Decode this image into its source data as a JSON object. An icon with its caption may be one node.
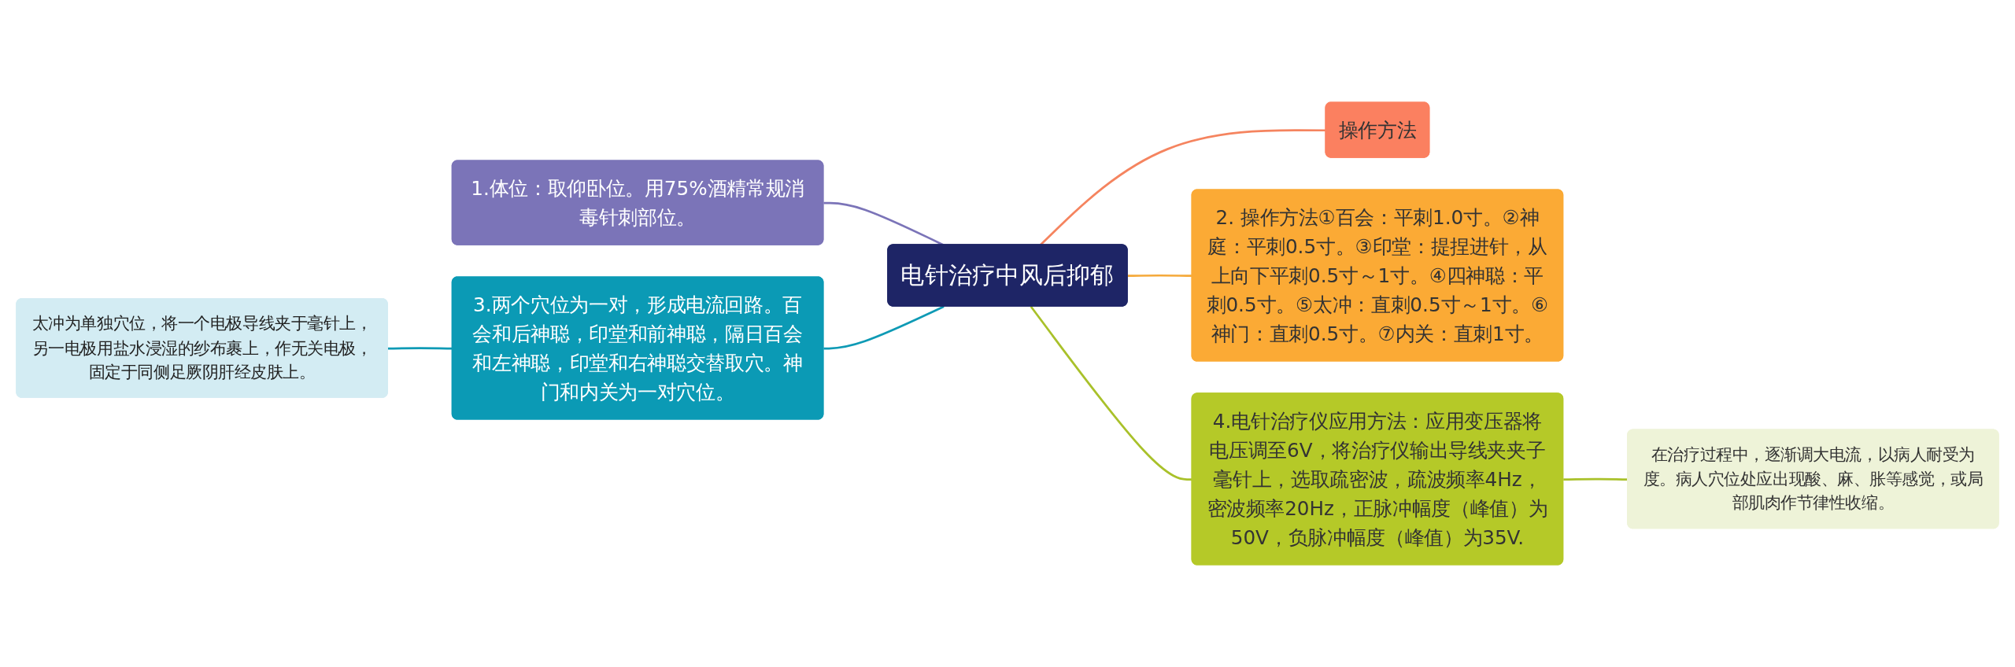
{
  "diagram": {
    "nodes": [
      {
        "text": [
          "电针治疗中风后抑郁"
        ]
      },
      {
        "text": [
          "1.体位：取仰卧位。用75%酒精常规消毒针刺部位。"
        ]
      },
      {
        "text": [
          "3.两个穴位为一对，形成电流回路。百会和后神聪，印堂和前神聪，隔日百会和左神聪，印堂和右神聪交替取穴。神门和内关为一对穴位。"
        ]
      },
      {
        "text": [
          "太冲为单独穴位，将一个电极导线夹于毫针上，另一电极用盐水浸湿的纱布裹上，作无关电极，固定于同侧足厥阴肝经皮肤上。"
        ]
      },
      {
        "text": [
          "操作方法"
        ]
      },
      {
        "text": [
          "2. 操作方法①百会：平刺1.0寸。②神庭：平刺0.5寸。③印堂：提捏进针，从上向下平刺0.5寸～1寸。④四神聪：平刺0.5寸。⑤太冲：直刺0.5寸～1寸。⑥神门：直刺0.5寸。⑦内关：直刺1寸。"
        ]
      },
      {
        "text": [
          "4.电针治疗仪应用方法：应用变压器将电压调至6V，将治疗仪输出导线夹夹子毫针上，选取疏密波，疏波频率4Hz，密波频率20Hz，正脉冲幅度（峰值）为50V，负脉冲幅度（峰值）为35V."
        ]
      },
      {
        "text": [
          "在治疗过程中，逐渐调大电流，以病人耐受为度。病人穴位处应出现酸、麻、胀等感觉，或局部肌肉作节律性收缩。"
        ]
      }
    ],
    "edges": [
      {
        "from": 0,
        "to": 1,
        "arrow": "none",
        "color": "#7b74b8"
      },
      {
        "from": 0,
        "to": 2,
        "arrow": "none",
        "color": "#0e9ab5"
      },
      {
        "from": 2,
        "to": 3,
        "arrow": "none",
        "color": "#0e9ab5"
      },
      {
        "from": 0,
        "to": 4,
        "arrow": "none",
        "color": "#f5845f"
      },
      {
        "from": 0,
        "to": 5,
        "arrow": "none",
        "color": "#f5a93a"
      },
      {
        "from": 0,
        "to": 6,
        "arrow": "none",
        "color": "#a9c12a"
      },
      {
        "from": 6,
        "to": 7,
        "arrow": "none",
        "color": "#a9c12a"
      }
    ]
  }
}
